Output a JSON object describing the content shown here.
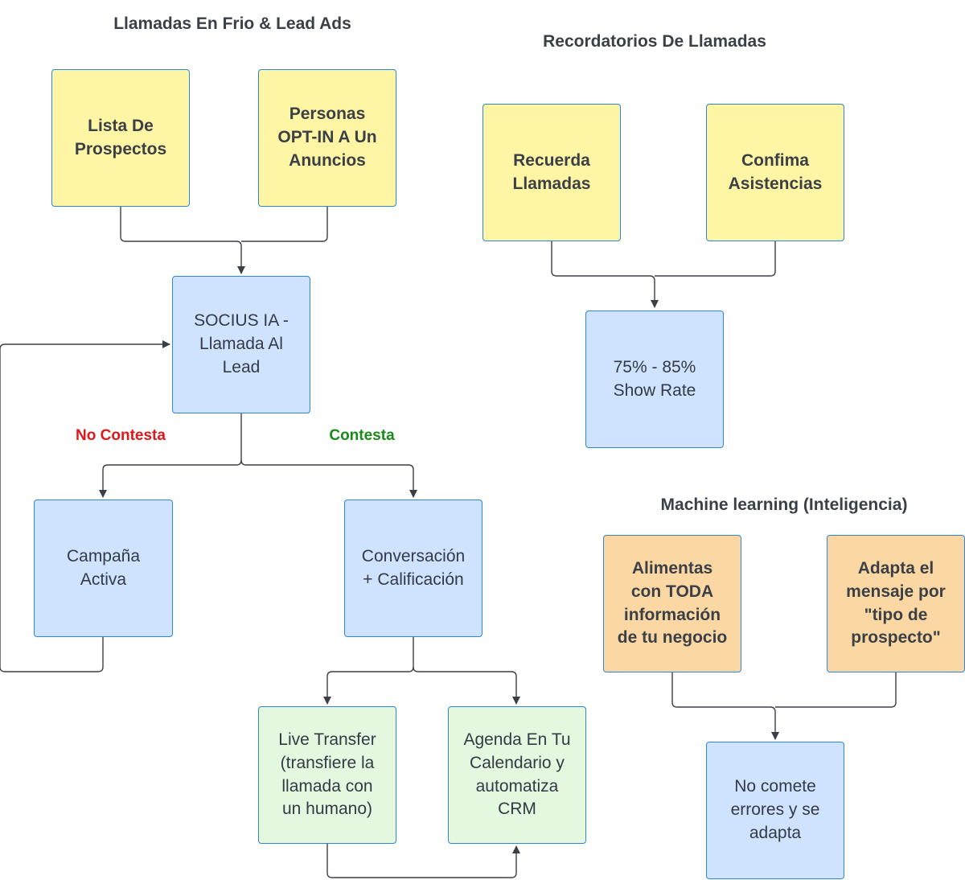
{
  "titles": {
    "cold_calls": "Llamadas En Frio & Lead Ads",
    "reminders": "Recordatorios De Llamadas",
    "ml": "Machine learning (Inteligencia)"
  },
  "labels": {
    "no_answer": "No Contesta",
    "answer": "Contesta"
  },
  "colors": {
    "no_answer": "#e0181b",
    "answer": "#1a8a1a",
    "yellow_box": "#fef6a4",
    "blue_box": "#cfe3ff",
    "green_box": "#e4f8e0",
    "orange_box": "#fbd8a3",
    "box_border": "#2f86d6",
    "connector": "#3b3f46"
  },
  "nodes": {
    "prospect_list": "Lista De\nProspectos",
    "optin": "Personas\nOPT-IN A Un\nAnuncios",
    "socius_call": "SOCIUS IA -\nLlamada Al\nLead",
    "active_campaign": "Campaña\nActiva",
    "conversation": "Conversación\n+ Calificación",
    "live_transfer": "Live Transfer\n(transfiere la\nllamada con\nun humano)",
    "schedule": "Agenda En Tu\nCalendario y\nautomatiza\nCRM",
    "remind_calls": "Recuerda\nLlamadas",
    "confirm_attendance": "Confima\nAsistencias",
    "show_rate": "75% - 85%\nShow Rate",
    "feed_info": "Alimentas\ncon TODA\ninformación\nde tu negocio",
    "adapt_message": "Adapta el\nmensaje por\n\"tipo de\nprospecto\"",
    "no_errors": "No comete\nerrores y se\nadapta"
  }
}
